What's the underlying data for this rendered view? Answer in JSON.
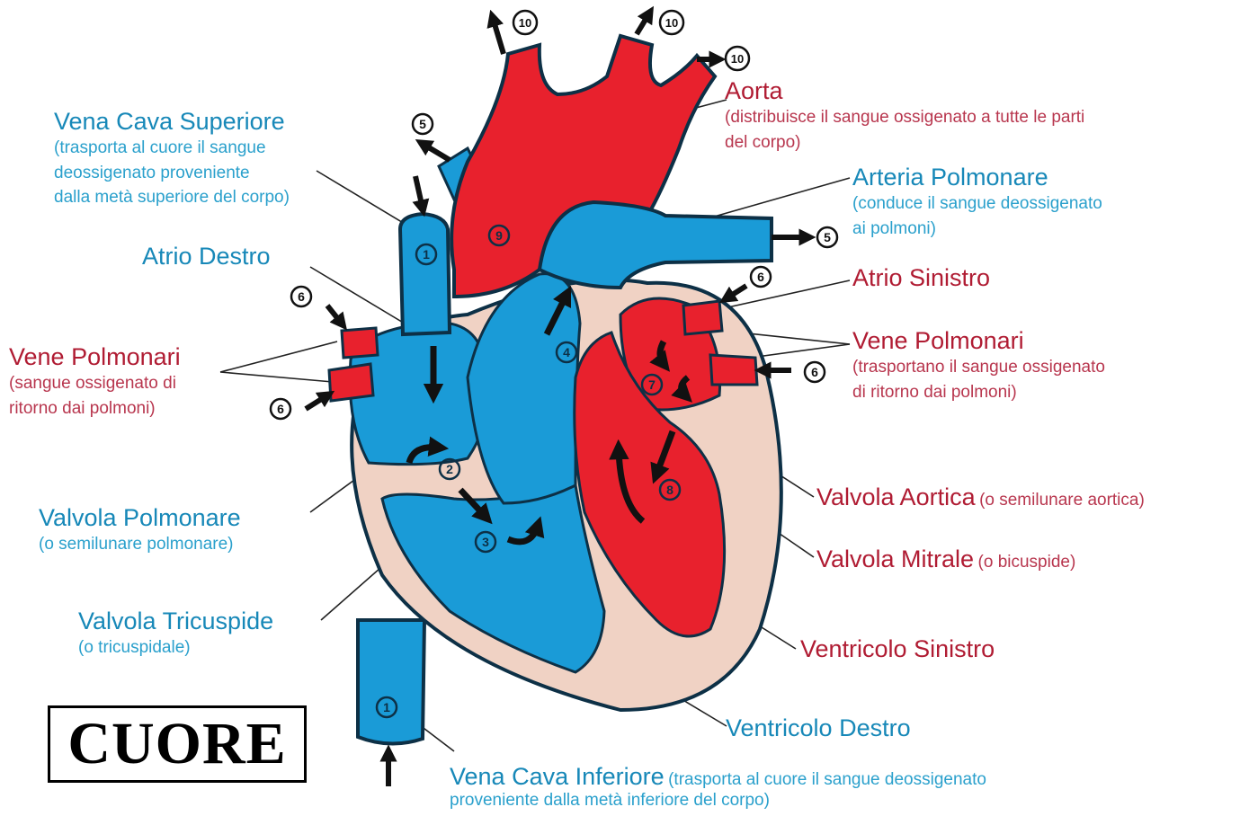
{
  "colors": {
    "oxygenated_red": "#e8212d",
    "deoxygenated_blue": "#1a9bd7",
    "heart_tissue": "#f0d2c4",
    "label_blue": "#1788b8",
    "label_red": "#b01c33"
  },
  "badges": [
    "1",
    "1",
    "2",
    "3",
    "4",
    "5",
    "5",
    "6",
    "6",
    "6",
    "6",
    "7",
    "8",
    "9",
    "10",
    "10",
    "10"
  ],
  "labels": {
    "vena_cava_superiore": {
      "title": "Vena Cava Superiore",
      "desc": [
        "(trasporta al cuore il sangue",
        "deossigenato proveniente",
        "dalla metà superiore del corpo)"
      ]
    },
    "atrio_destro": {
      "title": "Atrio Destro"
    },
    "vene_polmonari_left": {
      "title": "Vene Polmonari",
      "desc": [
        "(sangue ossigenato di",
        "ritorno dai polmoni)"
      ]
    },
    "valvola_polmonare": {
      "title": "Valvola Polmonare",
      "desc": [
        "(o semilunare polmonare)"
      ]
    },
    "valvola_tricuspide": {
      "title": "Valvola Tricuspide",
      "desc": [
        "(o tricuspidale)"
      ]
    },
    "aorta": {
      "title": "Aorta",
      "desc": [
        "(distribuisce il sangue ossigenato a tutte le parti",
        "del corpo)"
      ]
    },
    "arteria_polmonare": {
      "title": "Arteria Polmonare",
      "desc": [
        "(conduce il sangue deossigenato",
        "ai polmoni)"
      ]
    },
    "atrio_sinistro": {
      "title": "Atrio Sinistro"
    },
    "vene_polmonari_right": {
      "title": "Vene Polmonari",
      "desc": [
        "(trasportano il sangue ossigenato",
        "di ritorno dai polmoni)"
      ]
    },
    "valvola_aortica": {
      "title": "Valvola Aortica",
      "desc": "(o semilunare aortica)"
    },
    "valvola_mitrale": {
      "title": "Valvola Mitrale",
      "desc": "(o bicuspide)"
    },
    "ventricolo_sinistro": {
      "title": "Ventricolo Sinistro"
    },
    "ventricolo_destro": {
      "title": "Ventricolo Destro"
    },
    "vena_cava_inferiore": {
      "title": "Vena Cava Inferiore",
      "desc_inline": "(trasporta al cuore il sangue deossigenato",
      "desc_line2": "proveniente dalla metà inferiore del corpo)"
    }
  },
  "caption": "CUORE"
}
